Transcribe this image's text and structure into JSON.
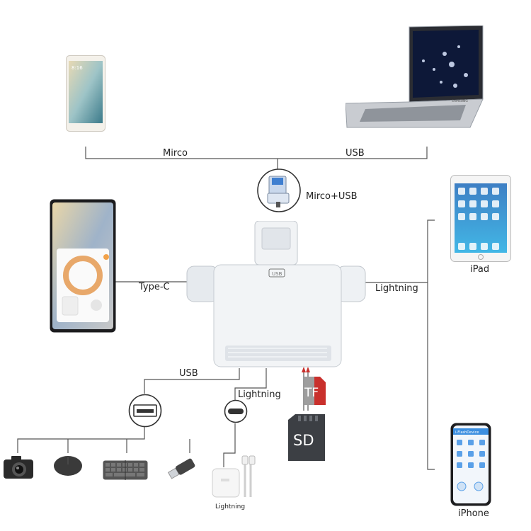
{
  "labels": {
    "mirco": "Mirco",
    "usb_top": "USB",
    "mirco_usb": "Mirco+USB",
    "type_c": "Type-C",
    "lightning_right": "Lightning",
    "ipad": "iPad",
    "usb_bottom": "USB",
    "lightning_bottom": "Lightning",
    "lightning_adapter": "Lightning",
    "iphone": "iPhone",
    "device_usb": "USB",
    "tf": "TF",
    "sd": "SD",
    "phone_time": "8:16",
    "laptop_brand": "SAMSUNG",
    "iphone_app": "i-FlashDevice"
  },
  "colors": {
    "line": "#555555",
    "card_red": "#c9302c",
    "sd_dark": "#3c3f44",
    "device_white": "#eef1f4",
    "ipad_screen": "#2a8fd8"
  },
  "icons": [
    "android-phone-icon",
    "laptop-icon",
    "otg-connector-icon",
    "android-tablet-phone-icon",
    "card-reader-hub-icon",
    "ipad-icon",
    "usb-port-icon",
    "lightning-port-icon",
    "camera-icon",
    "mouse-icon",
    "keyboard-icon",
    "usb-flash-drive-icon",
    "charger-adapter-icon",
    "tf-card-icon",
    "sd-card-icon",
    "iphone-icon"
  ]
}
